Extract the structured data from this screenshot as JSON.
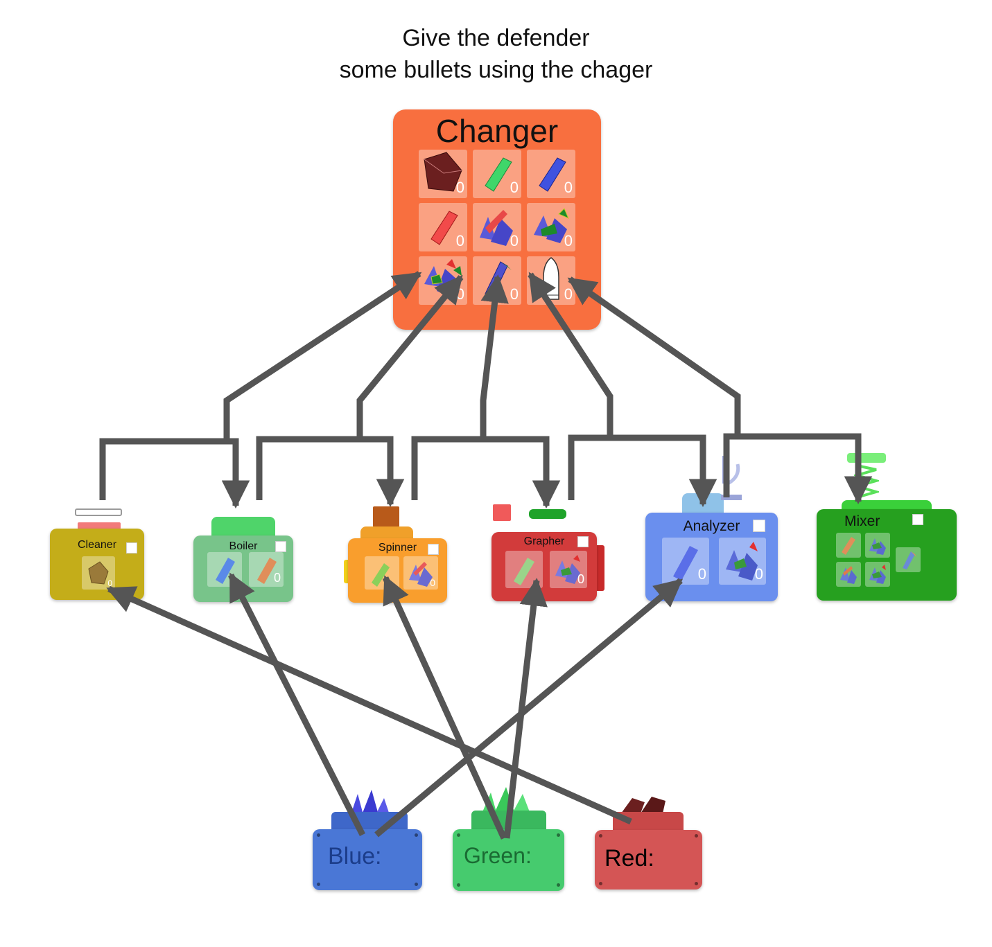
{
  "title": {
    "line1": "Give the defender",
    "line2": "some bullets using the chager"
  },
  "changer": {
    "label": "Changer",
    "color": "#f86f3f",
    "slots": [
      {
        "icon": "dark-red-crystal-icon",
        "count": "0"
      },
      {
        "icon": "green-crystal-icon",
        "count": "0"
      },
      {
        "icon": "blue-crystal-icon",
        "count": "0"
      },
      {
        "icon": "red-crystal-icon",
        "count": "0"
      },
      {
        "icon": "red-blue-cluster-icon",
        "count": "0"
      },
      {
        "icon": "blue-green-cluster-icon",
        "count": "0"
      },
      {
        "icon": "mixed-cluster-icon",
        "count": "0"
      },
      {
        "icon": "blue-green-crystal-icon",
        "count": "0"
      },
      {
        "icon": "bullet-icon",
        "count": "0"
      }
    ]
  },
  "machines": {
    "cleaner": {
      "label": "Cleaner",
      "color": "#c4ad19",
      "slot_count": "0"
    },
    "boiler": {
      "label": "Boiler",
      "color": "#78c48a",
      "slot1_count": "",
      "slot2_count": "0"
    },
    "spinner": {
      "label": "Spinner",
      "color": "#f99e2d",
      "slot1_count": "",
      "slot2_count": "0"
    },
    "grapher": {
      "label": "Grapher",
      "color": "#d23b3b",
      "slot1_count": "",
      "slot2_count": "0"
    },
    "analyzer": {
      "label": "Analyzer",
      "color": "#6a8fee",
      "slot1_count": "0",
      "slot2_count": "0"
    },
    "mixer": {
      "label": "Mixer",
      "color": "#26a01f"
    }
  },
  "sources": {
    "blue": {
      "label": "Blue:",
      "color": "#4a77d6",
      "text_color": "#1c3d8a"
    },
    "green": {
      "label": "Green:",
      "color": "#46cb6e",
      "text_color": "#1a6b33"
    },
    "red": {
      "label": "Red:",
      "color": "#d45555",
      "text_color": "#7a1515"
    }
  },
  "arrow_color": "#555555"
}
